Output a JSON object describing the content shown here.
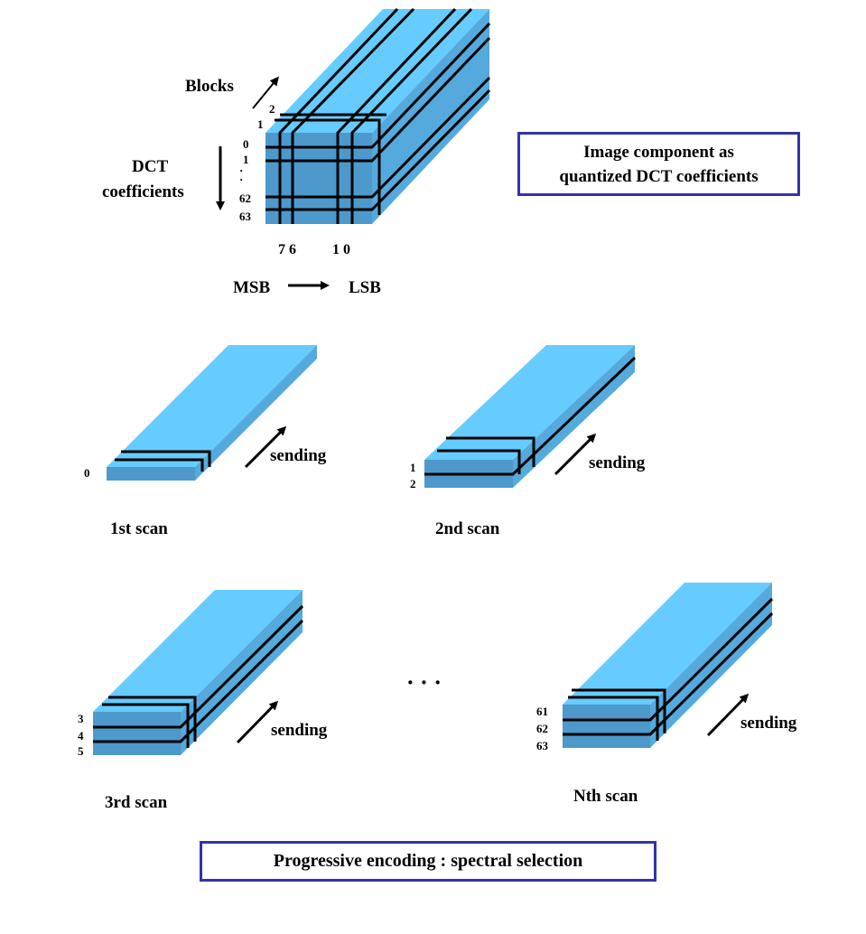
{
  "colors": {
    "top": "#66ccff",
    "side": "#55aadd",
    "front": "#4d99cc",
    "frame": "#3333aa"
  },
  "block": {
    "blocks_label": "Blocks",
    "block_indices": [
      "2",
      "1"
    ],
    "dct_label_line1": "DCT",
    "dct_label_line2": "coefficients",
    "coef_indices": [
      "0",
      "1",
      "·",
      "·",
      "62",
      "63"
    ],
    "bit_labels_left": "7 6",
    "bit_labels_right": "1 0",
    "msb_label": "MSB",
    "lsb_label": "LSB",
    "caption_line1": "Image component as",
    "caption_line2": "quantized DCT coefficients"
  },
  "scans": [
    {
      "name": "1st scan",
      "indices": [
        "0"
      ],
      "send_label": "sending"
    },
    {
      "name": "2nd scan",
      "indices": [
        "1",
        "2"
      ],
      "send_label": "sending"
    },
    {
      "name": "3rd scan",
      "indices": [
        "3",
        "4",
        "5"
      ],
      "send_label": "sending"
    },
    {
      "name": "Nth scan",
      "indices": [
        "61",
        "62",
        "63"
      ],
      "send_label": "sending"
    }
  ],
  "ellipsis": "· · ·",
  "bottom_caption": "Progressive encoding : spectral selection"
}
